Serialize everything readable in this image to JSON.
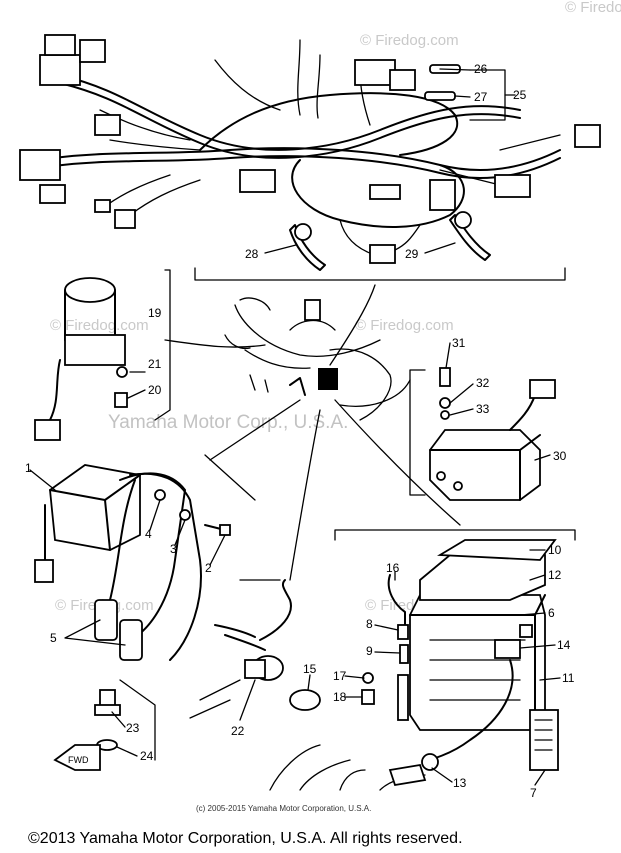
{
  "watermarks": {
    "firedog": "© Firedog.com",
    "firedog_short": "© Firedog.com",
    "yamaha": "Yamaha Motor Corp., U.S.A."
  },
  "callouts": {
    "c1": "1",
    "c2": "2",
    "c3": "3",
    "c4": "4",
    "c5": "5",
    "c6": "6",
    "c7": "7",
    "c8": "8",
    "c9": "9",
    "c10": "10",
    "c11": "11",
    "c12": "12",
    "c13": "13",
    "c14": "14",
    "c15": "15",
    "c16": "16",
    "c17": "17",
    "c18": "18",
    "c19": "19",
    "c20": "20",
    "c21": "21",
    "c22": "22",
    "c23": "23",
    "c24": "24",
    "c25": "25",
    "c26": "26",
    "c27": "27",
    "c28": "28",
    "c29": "29",
    "c30": "30",
    "c31": "31",
    "c32": "32",
    "c33": "33"
  },
  "front_marker": "FWD",
  "caption": "(c) 2005-2015 Yamaha Motor Corporation, U.S.A.",
  "footer": "©2013 Yamaha Motor Corporation, U.S.A. All rights reserved."
}
